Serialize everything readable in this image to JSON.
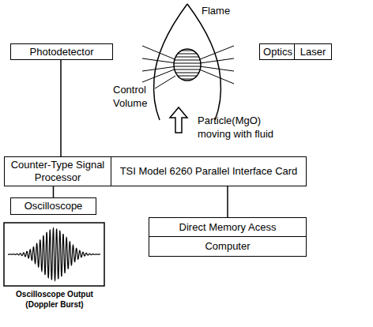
{
  "diagram": {
    "nodes": [
      {
        "text": [
          "Photodetector"
        ]
      },
      {
        "text": [
          "Optics"
        ]
      },
      {
        "text": [
          "Laser"
        ]
      },
      {
        "text": [
          "Counter-Type Signal Processor"
        ]
      },
      {
        "text": [
          "TSI Model 6260 Parallel Interface Card"
        ]
      },
      {
        "text": [
          "Oscilloscope"
        ]
      },
      {
        "text": [
          "Direct Memory Acess"
        ]
      },
      {
        "text": [
          "Computer"
        ]
      }
    ],
    "edges": [
      {
        "from": 0,
        "to": 3,
        "arrow": "none"
      },
      {
        "from": 3,
        "to": 5,
        "arrow": "none"
      },
      {
        "from": 4,
        "to": 6,
        "arrow": "none"
      }
    ],
    "labels": [
      "Flame",
      "Control Volume",
      "Particle(MgO) moving with fluid",
      "Oscilloscope Output (Doppler Burst)"
    ]
  }
}
